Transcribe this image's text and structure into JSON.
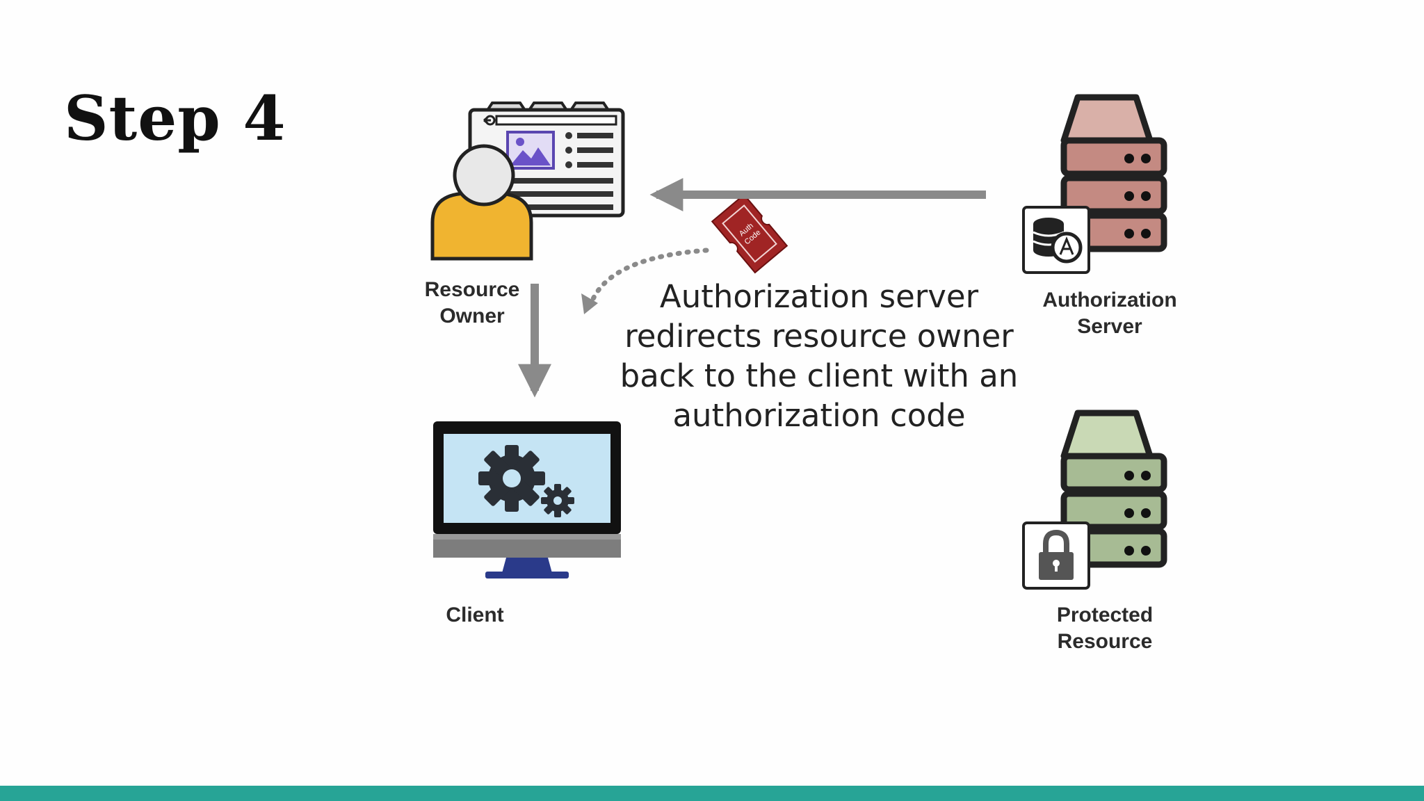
{
  "slide": {
    "title": "Step 4",
    "accent_color": "#27a496"
  },
  "diagram": {
    "nodes": {
      "resource_owner": {
        "label_lines": [
          "Resource",
          "Owner"
        ],
        "icon": "user-browser-icon"
      },
      "client": {
        "label_lines": [
          "Client"
        ],
        "icon": "monitor-gears-icon"
      },
      "authorization_server": {
        "label_lines": [
          "Authorization",
          "Server"
        ],
        "icon": "server-stack-icon",
        "badge_icon": "database-badge-icon",
        "color": "#d9b0a8"
      },
      "protected_resource": {
        "label_lines": [
          "Protected",
          "Resource"
        ],
        "icon": "server-stack-icon",
        "badge_icon": "lock-icon",
        "color": "#c9d9b5"
      }
    },
    "edges": [
      {
        "from": "authorization_server",
        "to": "resource_owner",
        "style": "solid"
      },
      {
        "from": "resource_owner",
        "to": "client",
        "style": "solid"
      },
      {
        "from": "auth_code_token",
        "to": "client",
        "style": "dotted"
      }
    ],
    "token": {
      "icon": "auth-code-ticket-icon",
      "text_lines": [
        "Auth",
        "Code"
      ],
      "color": "#a02424"
    },
    "description_lines": [
      "Authorization server",
      "redirects resource owner",
      "back to the client with an",
      "authorization code"
    ]
  }
}
